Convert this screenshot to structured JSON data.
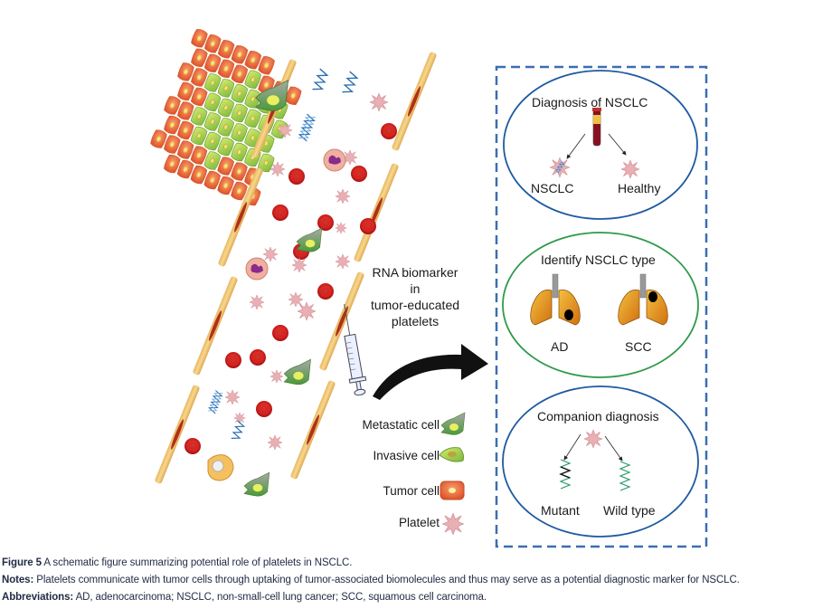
{
  "figure": {
    "colors": {
      "dashed_box": "#3a6fb0",
      "circle_blue": "#1f5aa0",
      "circle_green": "#2e9a4a",
      "rbc": "#d42a2a",
      "platelet": "#e8b4b8",
      "vessel_wall": "#e8c070",
      "tumor_cell": "#ee7a4c",
      "invasive_cell": "#b8d84a",
      "metastatic_cell": "#6aa84f",
      "lung": "#e0a020",
      "rna": "#2a6fb0"
    },
    "center_label": {
      "line1": "RNA biomarker",
      "line2": "in",
      "line3": "tumor-educated",
      "line4": "platelets"
    },
    "legend": [
      {
        "label": "Metastatic cell",
        "icon": "metastatic-cell-icon"
      },
      {
        "label": "Invasive cell",
        "icon": "invasive-cell-icon"
      },
      {
        "label": "Tumor cell",
        "icon": "tumor-cell-icon"
      },
      {
        "label": "Platelet",
        "icon": "platelet-icon"
      }
    ],
    "panels": {
      "diagnosis": {
        "title": "Diagnosis of NSCLC",
        "left_label": "NSCLC",
        "right_label": "Healthy"
      },
      "type": {
        "title": "Identify NSCLC type",
        "left_label": "AD",
        "right_label": "SCC"
      },
      "companion": {
        "title": "Companion diagnosis",
        "left_label": "Mutant",
        "right_label": "Wild type"
      }
    }
  },
  "caption": {
    "figure_label": "Figure 5",
    "figure_text": " A schematic figure summarizing potential role of platelets in NSCLC.",
    "notes_label": "Notes:",
    "notes_text": " Platelets communicate with tumor cells through uptaking of tumor-associated biomolecules and thus may serve as a potential diagnostic marker for NSCLC.",
    "abbr_label": "Abbreviations:",
    "abbr_text": " AD, adenocarcinoma; NSCLC, non-small-cell lung cancer; SCC, squamous cell carcinoma."
  }
}
